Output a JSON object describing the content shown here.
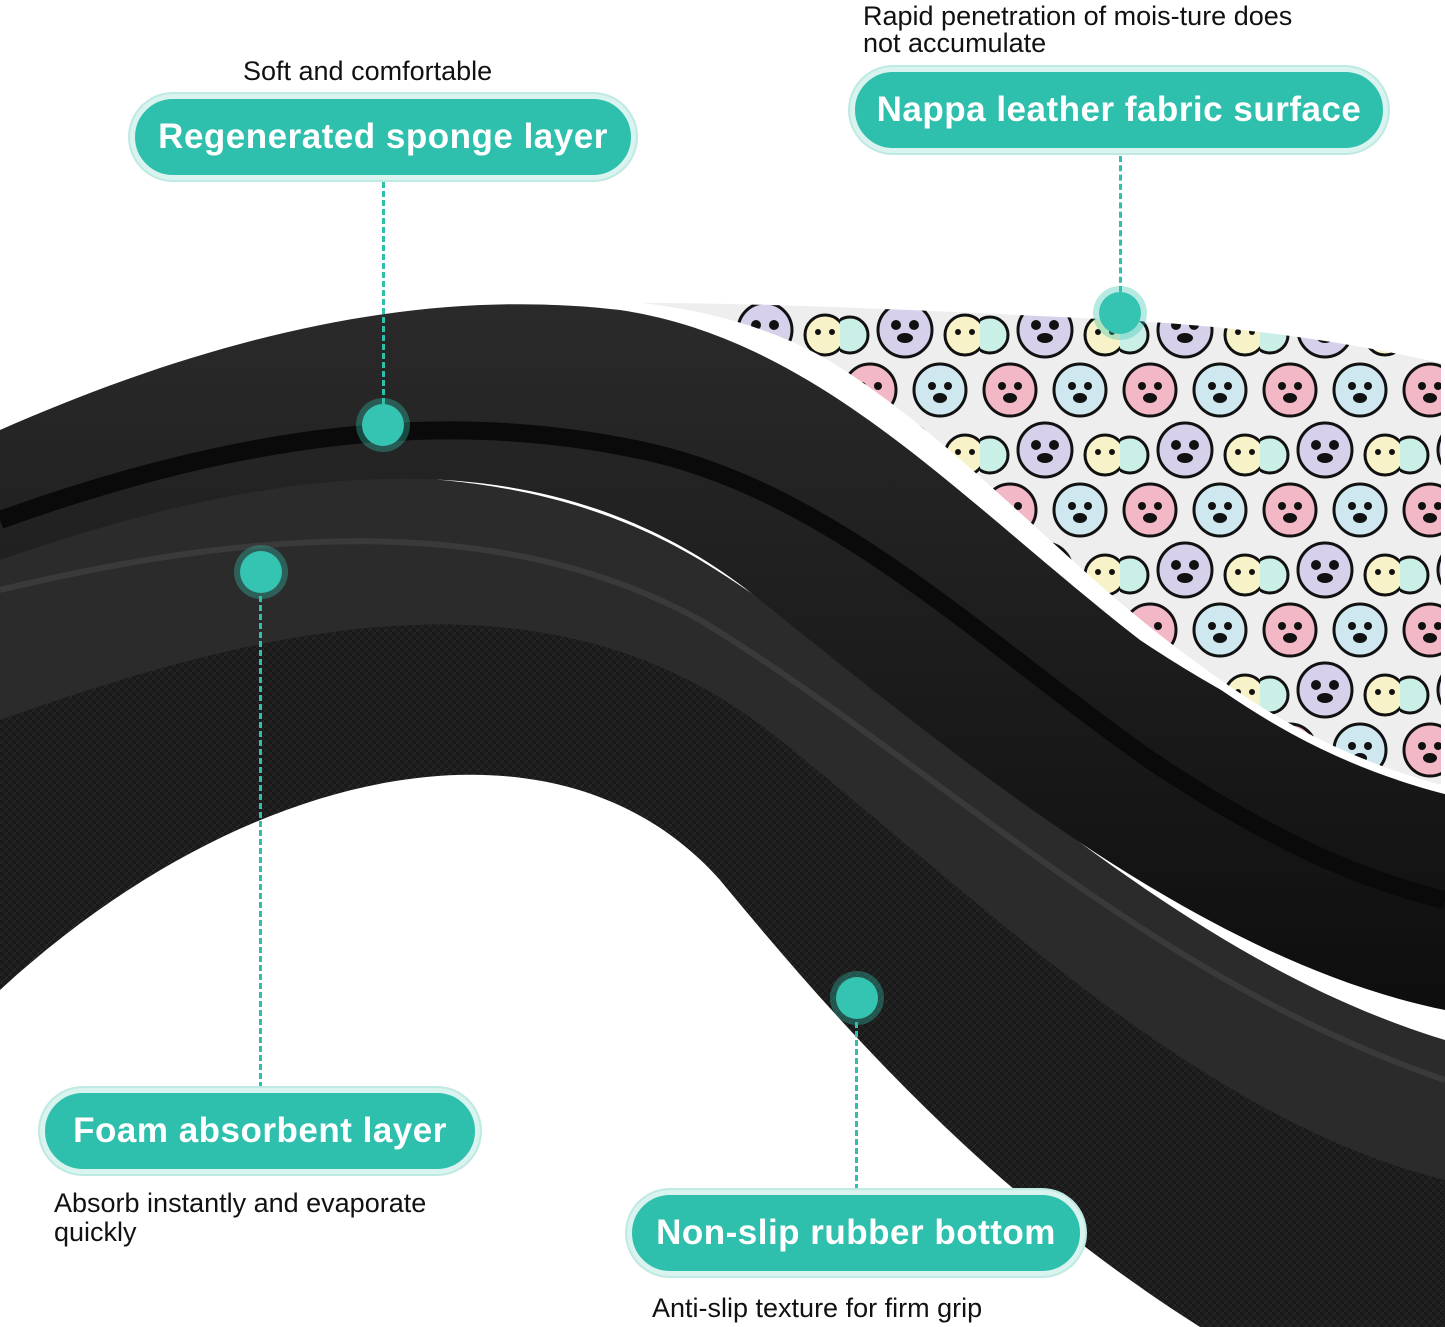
{
  "callouts": {
    "sponge": {
      "pill": "Regenerated sponge layer",
      "caption": "Soft and comfortable"
    },
    "nappa": {
      "pill": "Nappa leather fabric surface",
      "caption_line1": "Rapid penetration of mois-ture does",
      "caption_line2": "not accumulate"
    },
    "foam": {
      "pill": "Foam absorbent layer",
      "caption_line1": "Absorb instantly and evaporate",
      "caption_line2": "quickly"
    },
    "rubber": {
      "pill": "Non-slip rubber bottom",
      "caption": "Anti-slip texture for firm grip"
    }
  },
  "colors": {
    "accent": "#2fbfad",
    "pill_border": "#d9f3ef",
    "mat": "#1b1b1b"
  }
}
